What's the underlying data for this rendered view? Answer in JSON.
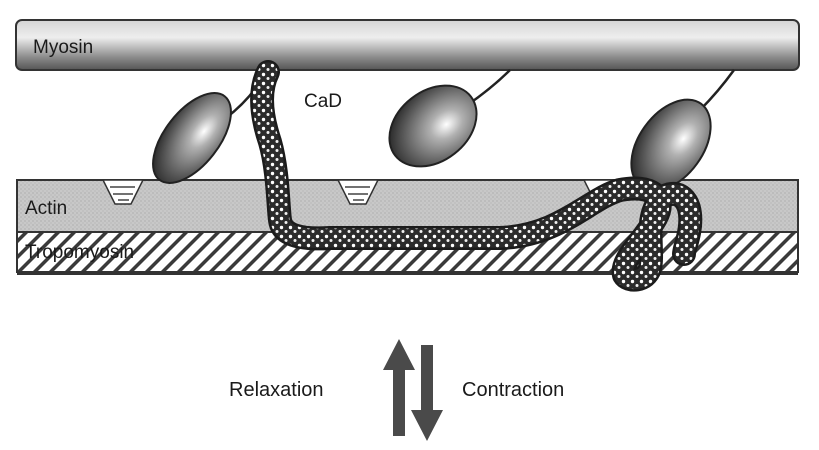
{
  "labels": {
    "myosin": "Myosin",
    "cad": "CaD",
    "actin": "Actin",
    "tropomyosin": "Tropomyosin",
    "relaxation": "Relaxation",
    "contraction": "Contraction"
  },
  "colors": {
    "myosin_filament": "#9a9a9a",
    "actin_band": "#c6c6c6",
    "tropomyosin_stripe": "#3a3a3a",
    "myosin_head": "#6e6e6e",
    "head_highlight": "#ffffff",
    "cad_dots": "#ffffff",
    "cad_body": "#2b2b2b",
    "arrows": "#4a4a4a"
  },
  "icons": {
    "up_arrow": "arrow-up-icon",
    "down_arrow": "arrow-down-icon"
  }
}
